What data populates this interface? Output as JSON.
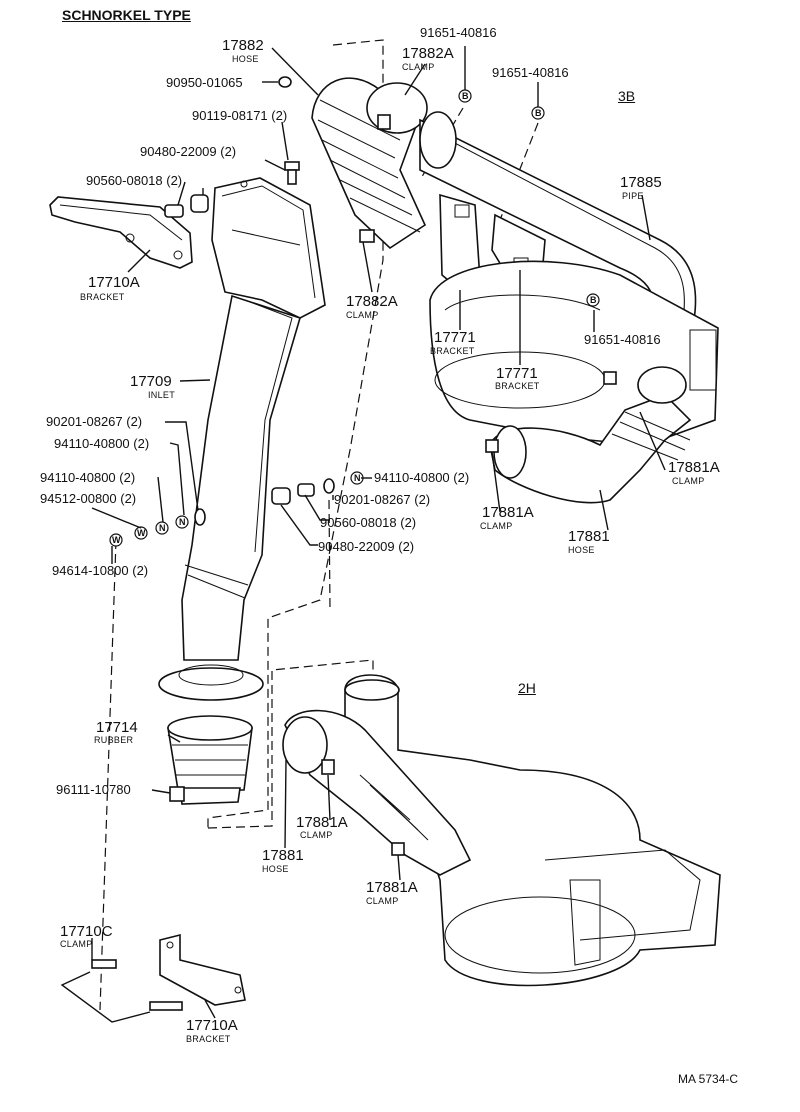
{
  "title": "SCHNORKEL TYPE",
  "sections": {
    "s3b": "3B",
    "s2h": "2H"
  },
  "footer": "MA 5734-C",
  "symbols": {
    "b": "B",
    "n": "N",
    "w": "W"
  },
  "labels": {
    "l17882": "17882",
    "l17882_sub": "HOSE",
    "l17882a_top": "17882A",
    "l17882a_top_sub": "CLAMP",
    "l91651_a": "91651-40816",
    "l91651_b": "91651-40816",
    "l91651_c": "91651-40816",
    "l90950": "90950-01065",
    "l90119": "90119-08171 (2)",
    "l90480_top": "90480-22009 (2)",
    "l90560_top": "90560-08018 (2)",
    "l17710a_top": "17710A",
    "l17710a_top_sub": "BRACKET",
    "l17885": "17885",
    "l17885_sub": "PIPE",
    "l17882a_mid": "17882A",
    "l17882a_mid_sub": "CLAMP",
    "l17771_a": "17771",
    "l17771_a_sub": "BRACKET",
    "l17771_b": "17771",
    "l17771_b_sub": "BRACKET",
    "l17709": "17709",
    "l17709_sub": "INLET",
    "l90201_left": "90201-08267 (2)",
    "l94110_left1": "94110-40800 (2)",
    "l94110_left2": "94110-40800 (2)",
    "l94512": "94512-00800 (2)",
    "l94614": "94614-10800 (2)",
    "l94110_right": "94110-40800 (2)",
    "l90201_right": "90201-08267 (2)",
    "l90560_mid": "90560-08018 (2)",
    "l90480_mid": "90480-22009 (2)",
    "l17881a_right": "17881A",
    "l17881a_right_sub": "CLAMP",
    "l17881a_mid": "17881A",
    "l17881a_mid_sub": "CLAMP",
    "l17881_right": "17881",
    "l17881_right_sub": "HOSE",
    "l17714": "17714",
    "l17714_sub": "RUBBER",
    "l96111": "96111-10780",
    "l17881a_lower1": "17881A",
    "l17881a_lower1_sub": "CLAMP",
    "l17881_lower": "17881",
    "l17881_lower_sub": "HOSE",
    "l17881a_lower2": "17881A",
    "l17881a_lower2_sub": "CLAMP",
    "l17710c": "17710C",
    "l17710c_sub": "CLAMP",
    "l17710a_bot": "17710A",
    "l17710a_bot_sub": "BRACKET"
  }
}
